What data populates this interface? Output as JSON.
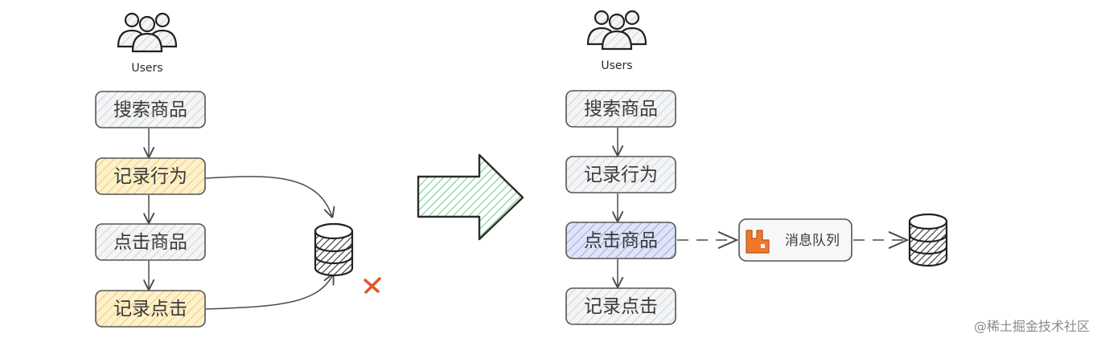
{
  "left_flow": {
    "users_label": "Users",
    "steps": [
      "搜索商品",
      "记录行为",
      "点击商品",
      "记录点击"
    ]
  },
  "right_flow": {
    "users_label": "Users",
    "steps": [
      "搜索商品",
      "记录行为",
      "点击商品",
      "记录点击"
    ],
    "queue_label": "消息队列"
  },
  "watermark": "@稀土掘金技术社区",
  "colors": {
    "box_gray": "#eceef0",
    "box_yellow": "#fbe3a4",
    "box_blue": "#c6cff0",
    "arrow_green": "#bfe8c7",
    "cross_orange": "#e0562a",
    "queue_icon_orange": "#f0782a",
    "stroke": "#4a4a4a"
  },
  "icons": [
    "users-icon",
    "database-icon",
    "rabbitmq-icon",
    "transform-arrow-icon",
    "cross-icon"
  ]
}
